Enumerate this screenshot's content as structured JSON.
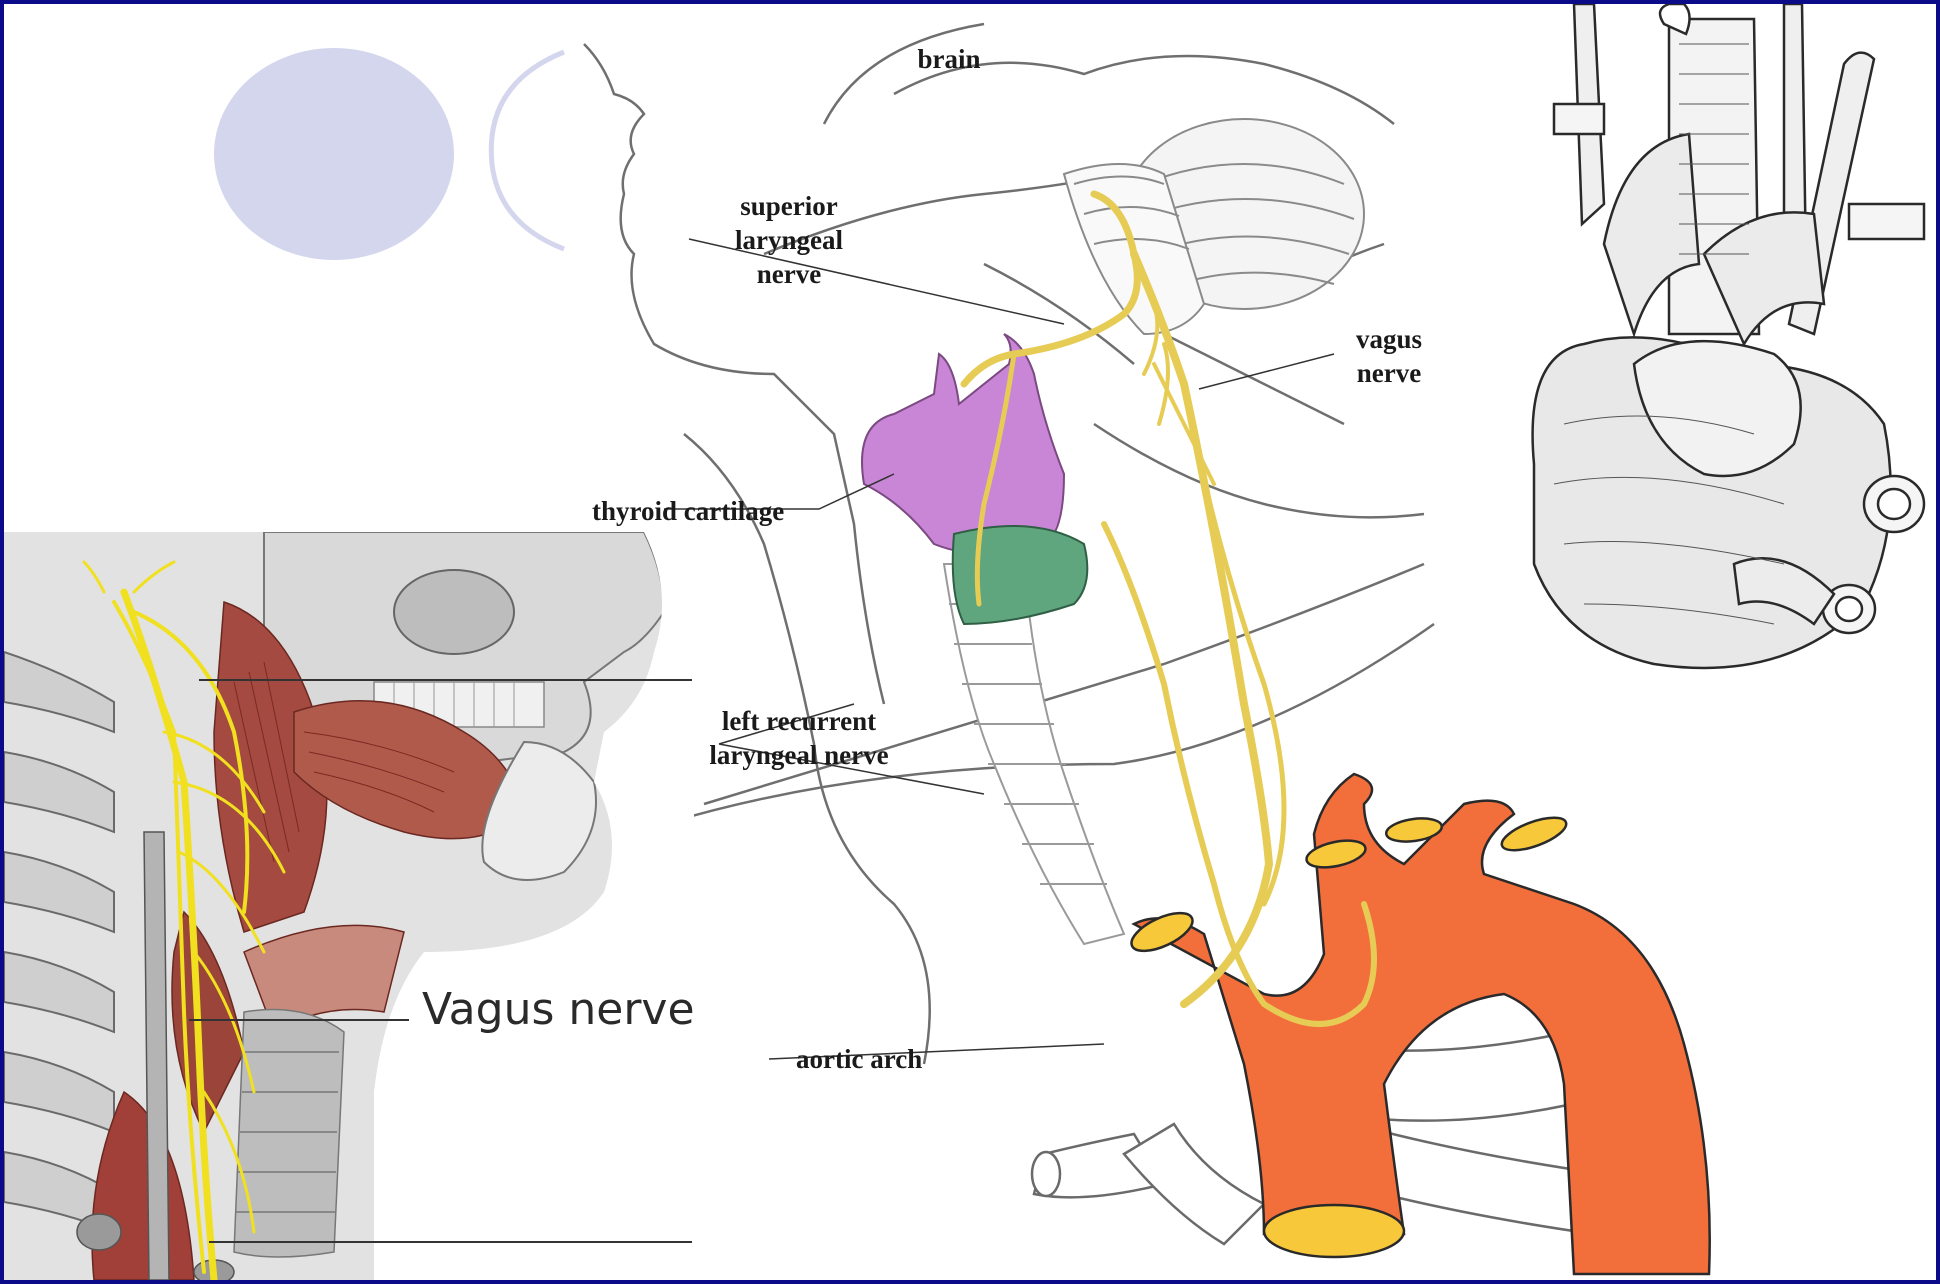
{
  "diagram": {
    "labels": {
      "brain": "brain",
      "superior_laryngeal_nerve": [
        "superior",
        "laryngeal",
        "nerve"
      ],
      "vagus_nerve_center": [
        "vagus",
        "nerve"
      ],
      "thyroid_cartilage": "thyroid cartilage",
      "left_recurrent_laryngeal_nerve": [
        "left recurrent",
        "laryngeal nerve"
      ],
      "aortic_arch": "aortic arch",
      "vagus_nerve_left": "Vagus nerve"
    },
    "colors": {
      "frame": "#0b0b8a",
      "nerve": "#e6cc55",
      "nerve_bright": "#f0e020",
      "thyroid_cartilage": "#c985d6",
      "cricoid": "#5fa57e",
      "aorta": "#f26f3c",
      "aorta_opening": "#f7c83a",
      "muscle": "#a44a40",
      "bullet": "#d4d6ee"
    }
  }
}
